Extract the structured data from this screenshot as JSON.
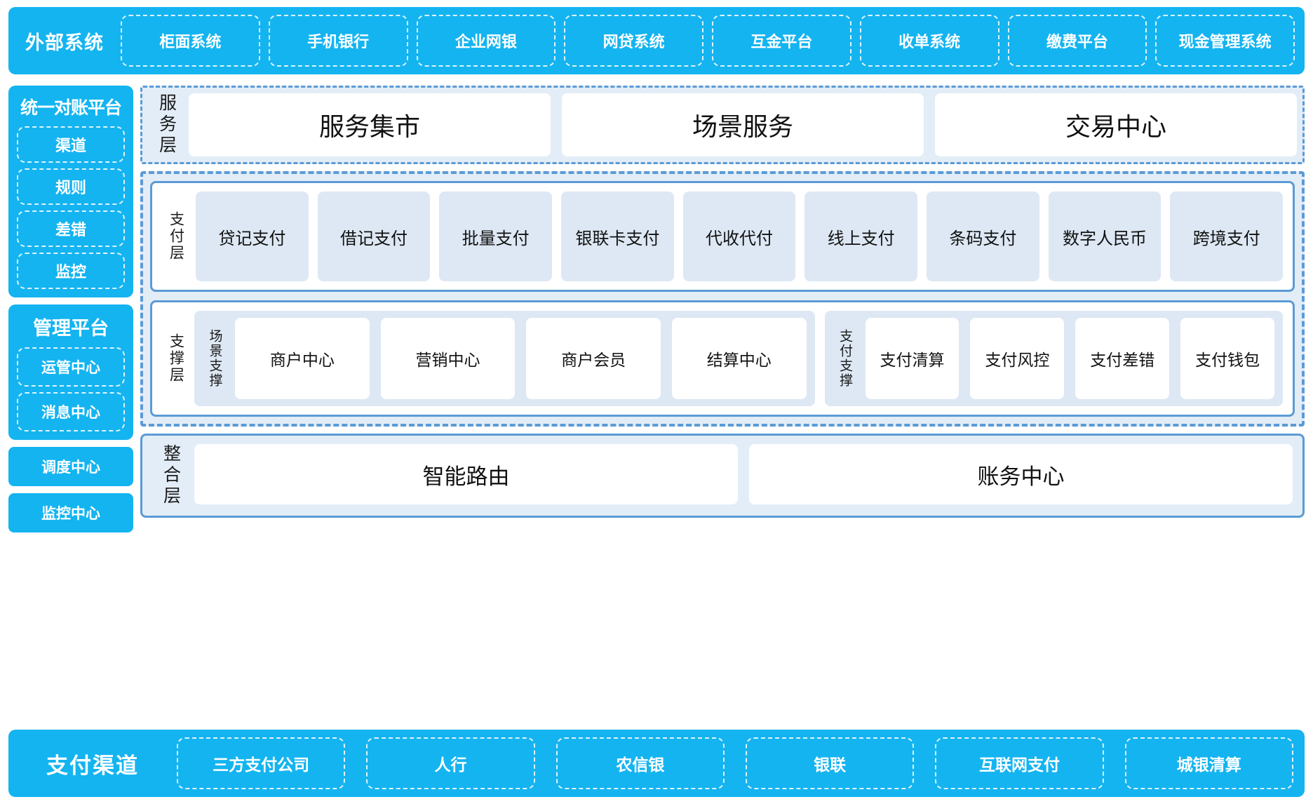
{
  "external": {
    "title": "外部系统",
    "items": [
      "柜面系统",
      "手机银行",
      "企业网银",
      "网贷系统",
      "互金平台",
      "收单系统",
      "缴费平台",
      "现金管理系统"
    ]
  },
  "left_rail": {
    "reconciliation": {
      "title": "统一对账平台",
      "items": [
        "渠道",
        "规则",
        "差错",
        "监控"
      ]
    },
    "management": {
      "title": "管理平台",
      "items": [
        "运管中心",
        "消息中心"
      ]
    },
    "standalone": [
      "调度中心",
      "监控中心"
    ]
  },
  "service_layer": {
    "label": "服务层",
    "cards": [
      "服务集市",
      "场景服务",
      "交易中心"
    ]
  },
  "payment_layer": {
    "label": "支付层",
    "cards": [
      "贷记支付",
      "借记支付",
      "批量支付",
      "银联卡支付",
      "代收代付",
      "线上支付",
      "条码支付",
      "数字人民币",
      "跨境支付"
    ]
  },
  "support_layer": {
    "label": "支撑层",
    "groups": [
      {
        "label": "场景支撑",
        "cards": [
          "商户中心",
          "营销中心",
          "商户会员",
          "结算中心"
        ]
      },
      {
        "label": "支付支撑",
        "cards": [
          "支付清算",
          "支付风控",
          "支付差错",
          "支付钱包"
        ]
      }
    ]
  },
  "integration_layer": {
    "label": "整合层",
    "cards": [
      "智能路由",
      "账务中心"
    ]
  },
  "channels": {
    "title": "支付渠道",
    "items": [
      "三方支付公司",
      "人行",
      "农信银",
      "银联",
      "互联网支付",
      "城银清算"
    ]
  },
  "colors": {
    "brand_blue": "#14b4f0",
    "border_blue": "#5b9bd5",
    "panel_blue": "#e3edf7",
    "card_blue": "#dde8f4"
  }
}
